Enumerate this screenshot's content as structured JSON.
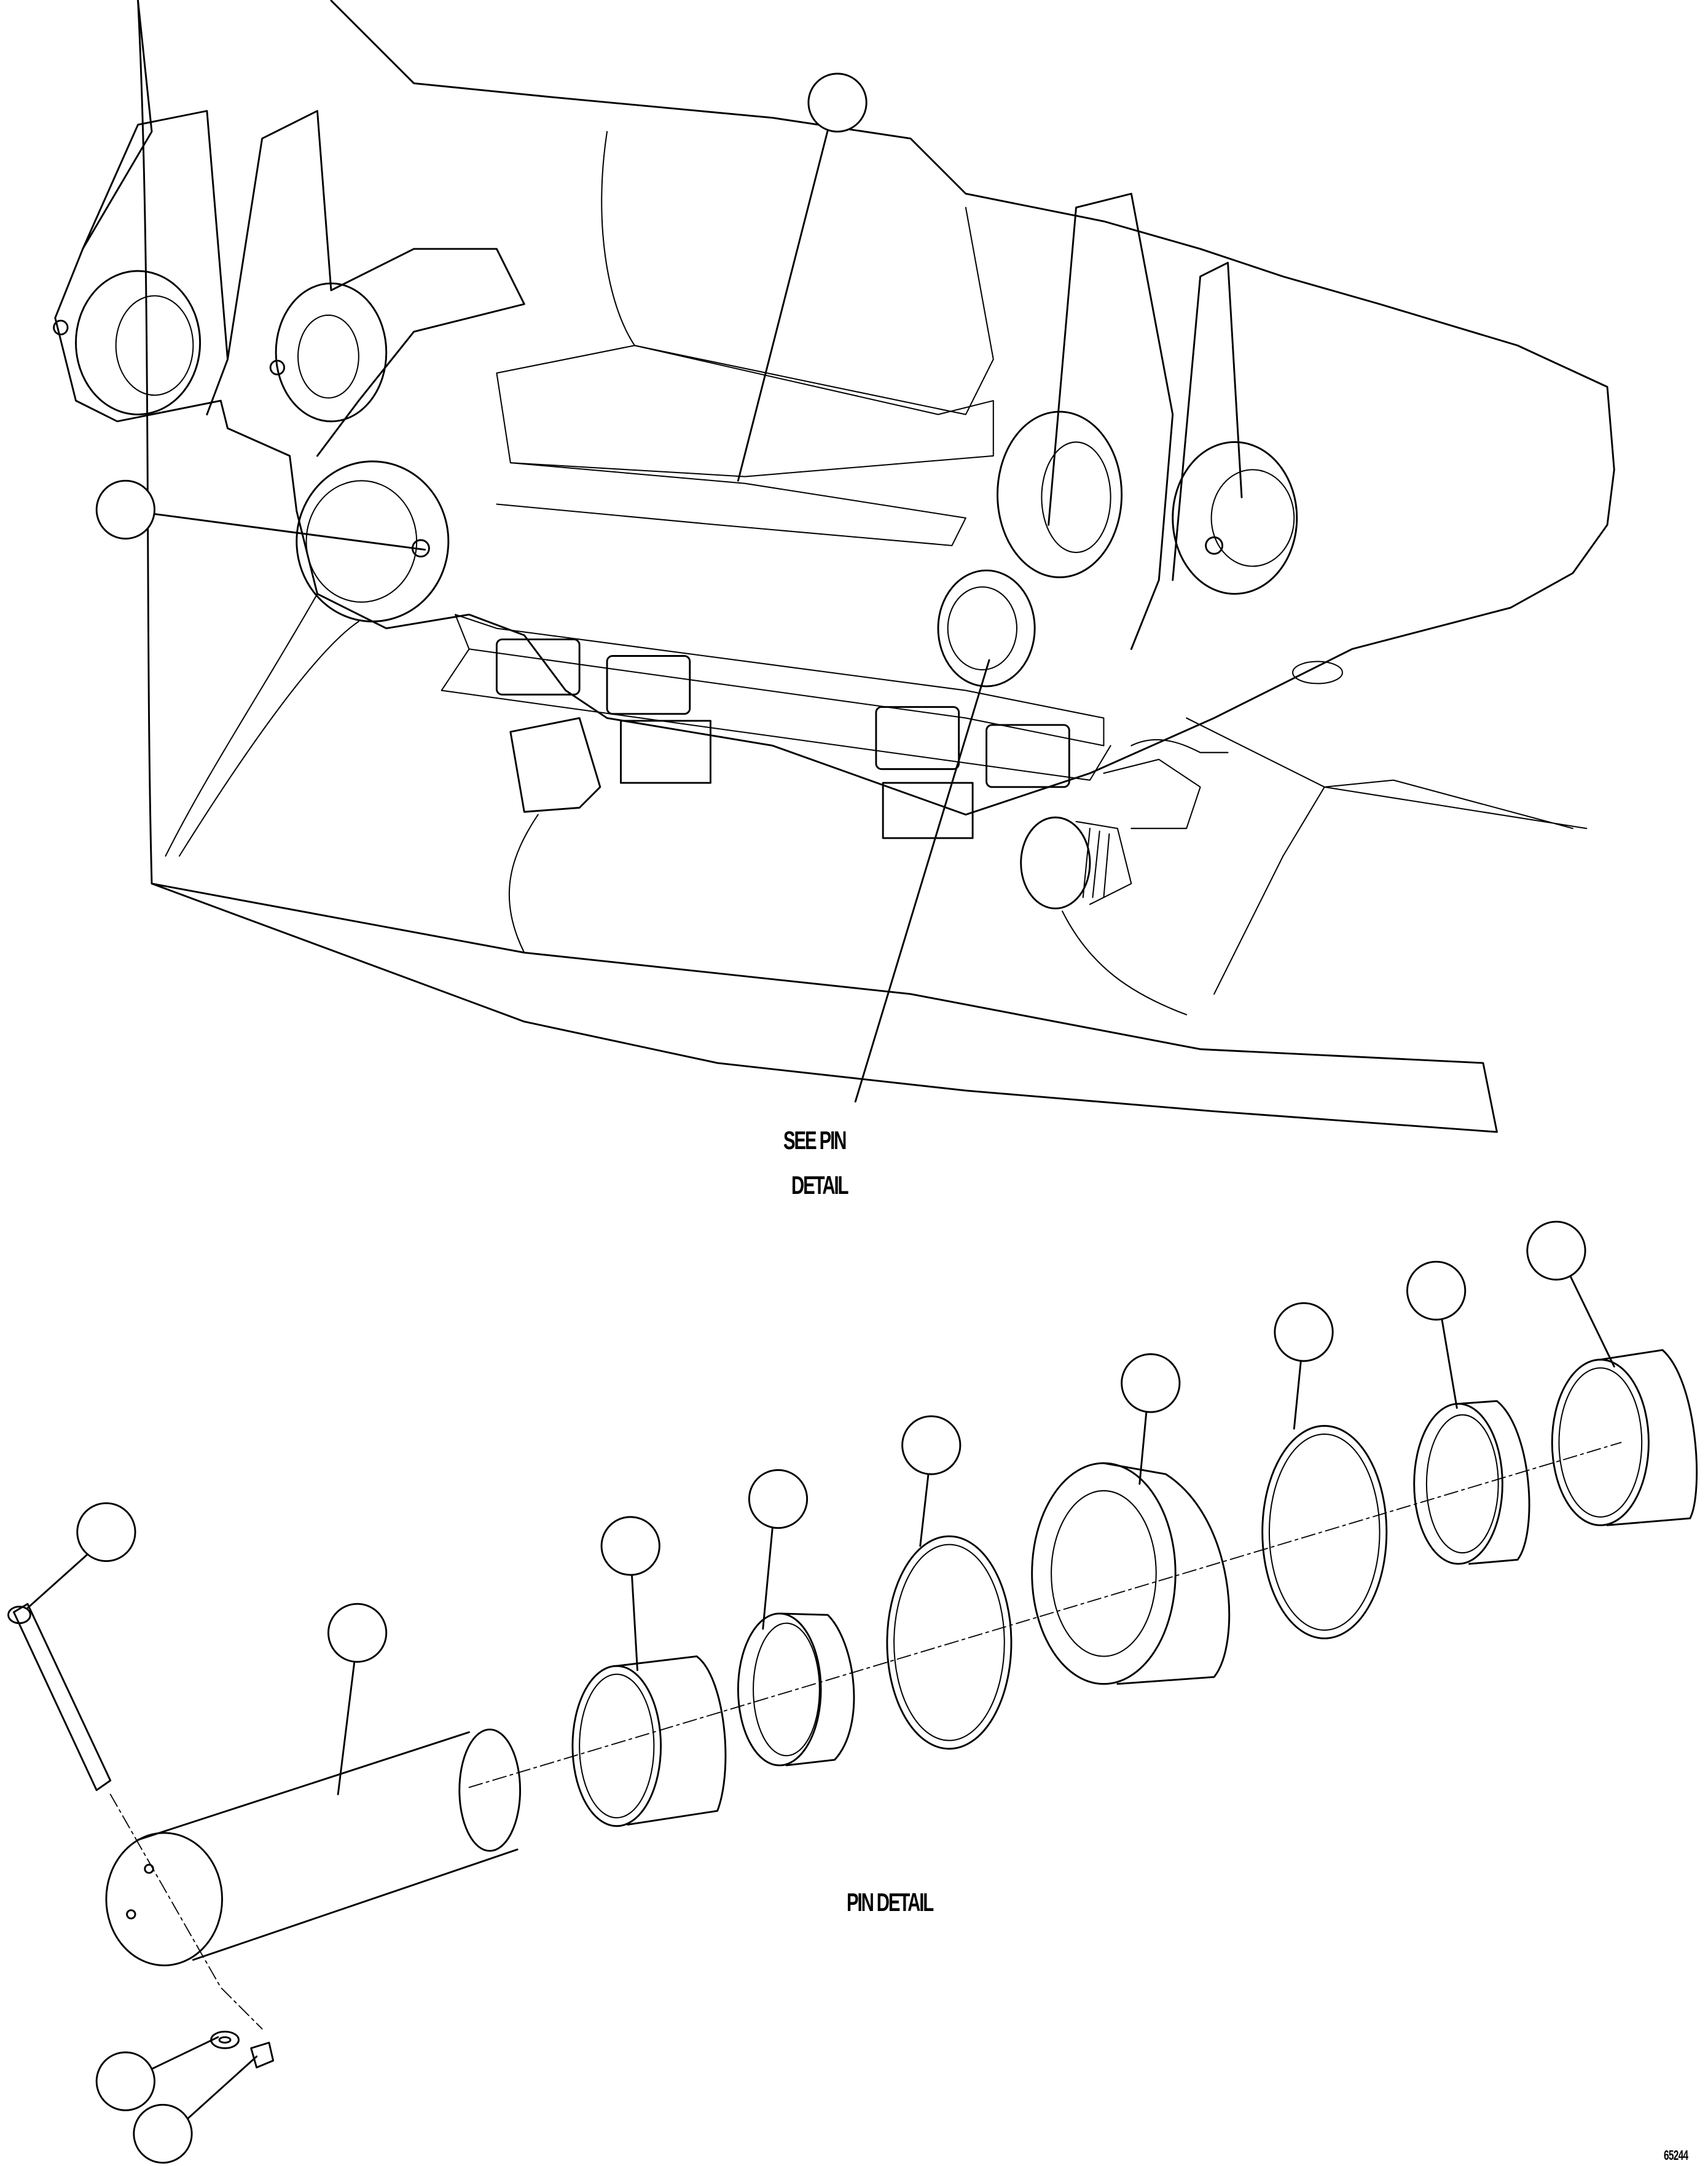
{
  "labels": {
    "see_pin_line1": "SEE PIN",
    "see_pin_line2": "DETAIL",
    "pin_detail": "PIN DETAIL",
    "drawing_number": "65244"
  },
  "callouts": {
    "count_top": 2,
    "count_pin_detail": 11
  }
}
